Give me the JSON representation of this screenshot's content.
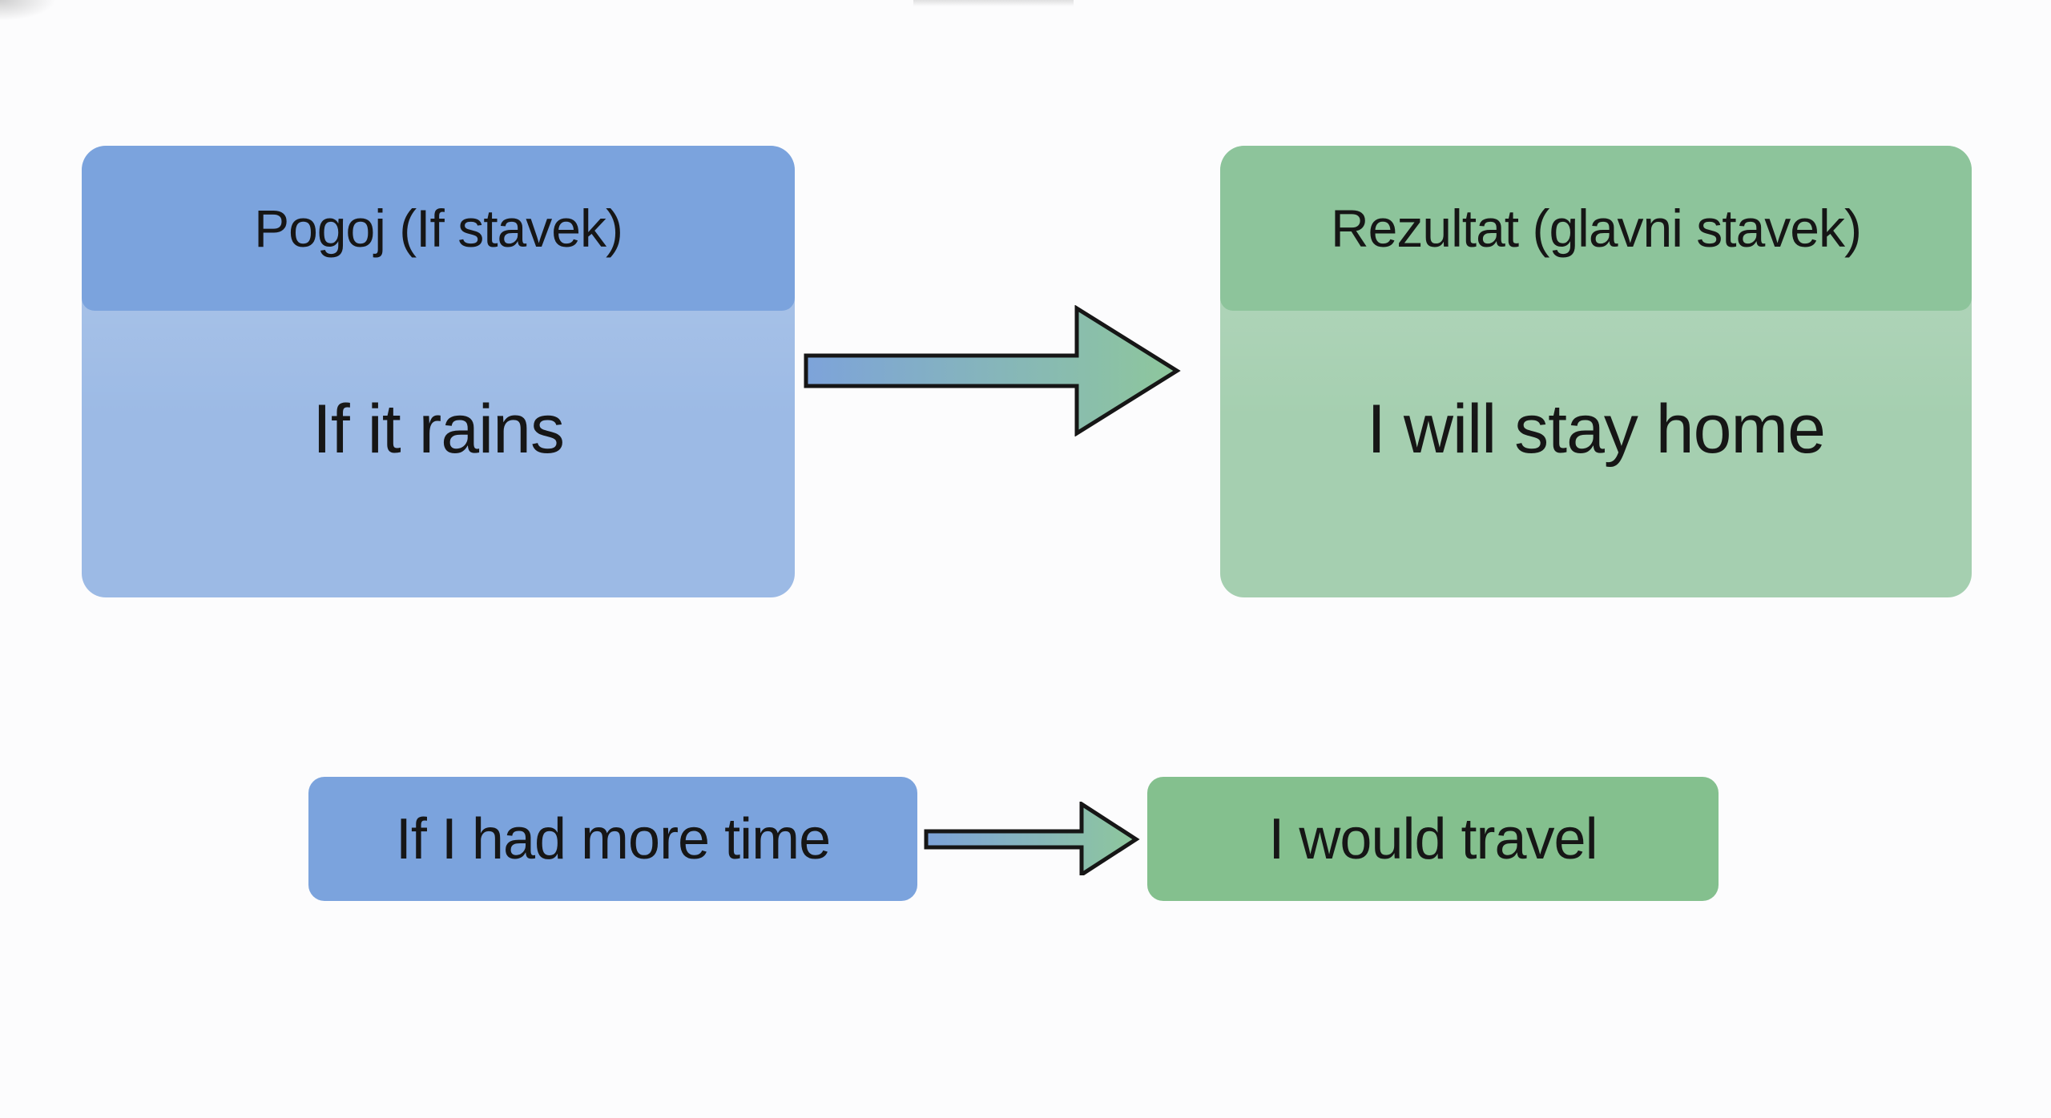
{
  "diagram": {
    "top_row": {
      "condition_box": {
        "header": "Pogoj (If stavek)",
        "body": "If it rains",
        "header_color": "#7ba3dd",
        "body_color": "#9cbae5"
      },
      "result_box": {
        "header": "Rezultat (glavni stavek)",
        "body": "I will stay home",
        "header_color": "#8dc49b",
        "body_color": "#a5cfb0"
      }
    },
    "bottom_row": {
      "condition_box": {
        "label": "If I had more time",
        "color": "#7ba3dd"
      },
      "result_box": {
        "label": "I would travel",
        "color": "#84c08e"
      }
    },
    "arrow": {
      "start_color": "#7da3da",
      "end_color": "#8ec79c",
      "outline_color": "#161616"
    },
    "text_color": "#161616",
    "background_color": "#fcfcfd"
  }
}
